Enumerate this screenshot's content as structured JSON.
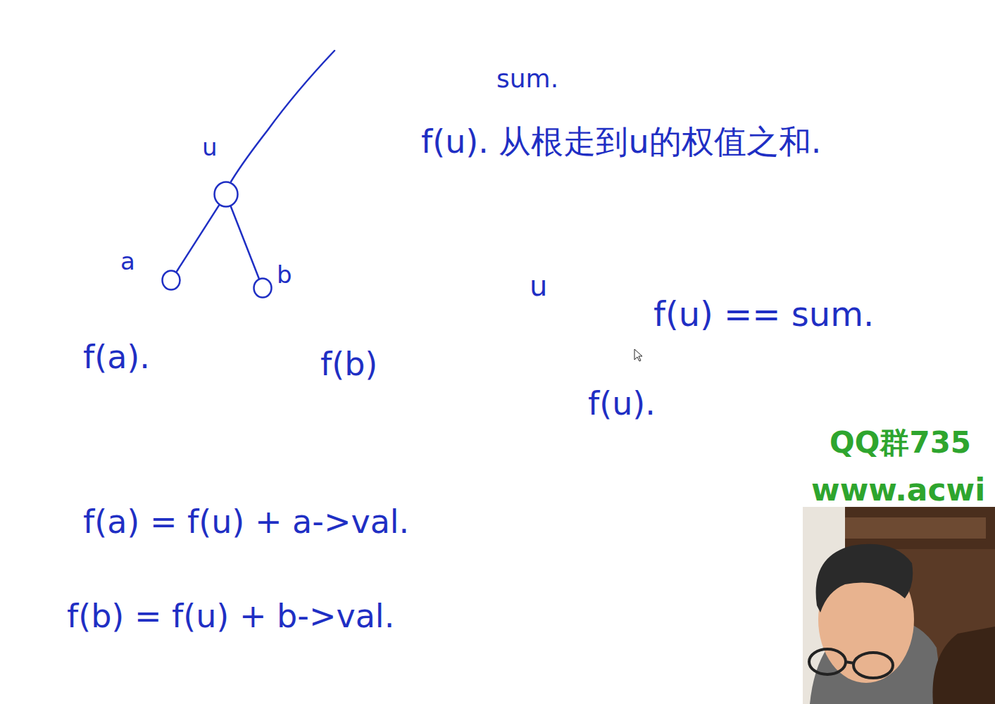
{
  "diagram": {
    "nodes": [
      {
        "text": [
          "u"
        ]
      },
      {
        "text": [
          "a"
        ]
      },
      {
        "text": [
          "b"
        ]
      }
    ],
    "edges": [
      {
        "from": 0,
        "to": 1,
        "arrow": "none"
      },
      {
        "from": 0,
        "to": 2,
        "arrow": "none"
      }
    ],
    "labels": [
      "sum.",
      "f(u). 从根走到u的权值之和.",
      "u",
      "f(u) == sum.",
      "f(u).",
      "f(a).",
      "f(b)",
      "f(a) = f(u) + a->val.",
      "f(b) = f(u) + b->val.",
      "QQ群735",
      "www.acwi"
    ]
  }
}
